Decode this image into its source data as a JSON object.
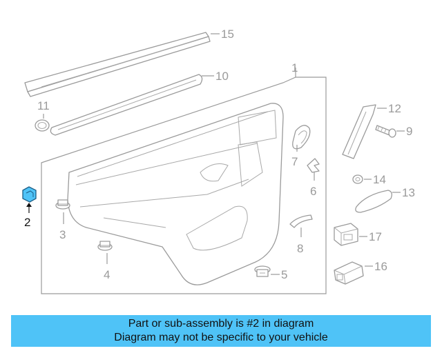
{
  "diagram": {
    "parts": [
      {
        "number": "1"
      },
      {
        "number": "2",
        "highlighted": true
      },
      {
        "number": "3"
      },
      {
        "number": "4"
      },
      {
        "number": "5"
      },
      {
        "number": "6"
      },
      {
        "number": "7"
      },
      {
        "number": "8"
      },
      {
        "number": "9"
      },
      {
        "number": "10"
      },
      {
        "number": "11"
      },
      {
        "number": "12"
      },
      {
        "number": "13"
      },
      {
        "number": "14"
      },
      {
        "number": "15"
      },
      {
        "number": "16"
      },
      {
        "number": "17"
      }
    ],
    "highlight_color": "#4fc3f7",
    "line_color": "#9a9a9a"
  },
  "banner": {
    "line1": "Part or sub-assembly is #2 in diagram",
    "line2": "Diagram may not be specific to your vehicle",
    "background": "#4fc3f7"
  }
}
